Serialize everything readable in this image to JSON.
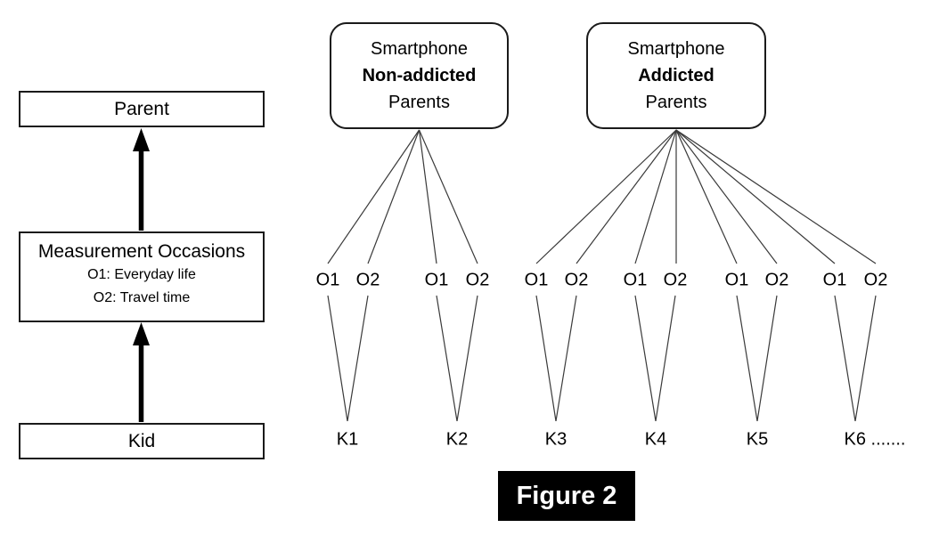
{
  "figure_caption": "Figure 2",
  "hierarchy": {
    "parent_label": "Parent",
    "measurement": {
      "title": "Measurement Occasions",
      "items": [
        "O1: Everyday life",
        "O2: Travel time"
      ]
    },
    "kid_label": "Kid"
  },
  "groups": [
    {
      "line1": "Smartphone",
      "line2": "Non-addicted",
      "line3": "Parents"
    },
    {
      "line1": "Smartphone",
      "line2": "Addicted",
      "line3": "Parents"
    }
  ],
  "occasions": {
    "o1": "O1",
    "o2": "O2"
  },
  "kids": [
    "K1",
    "K2",
    "K3",
    "K4",
    "K5",
    "K6 ......."
  ],
  "colors": {
    "ink": "#000000",
    "connector_line": "#3a3a3a",
    "caption_bg": "#000000",
    "caption_text": "#ffffff"
  }
}
